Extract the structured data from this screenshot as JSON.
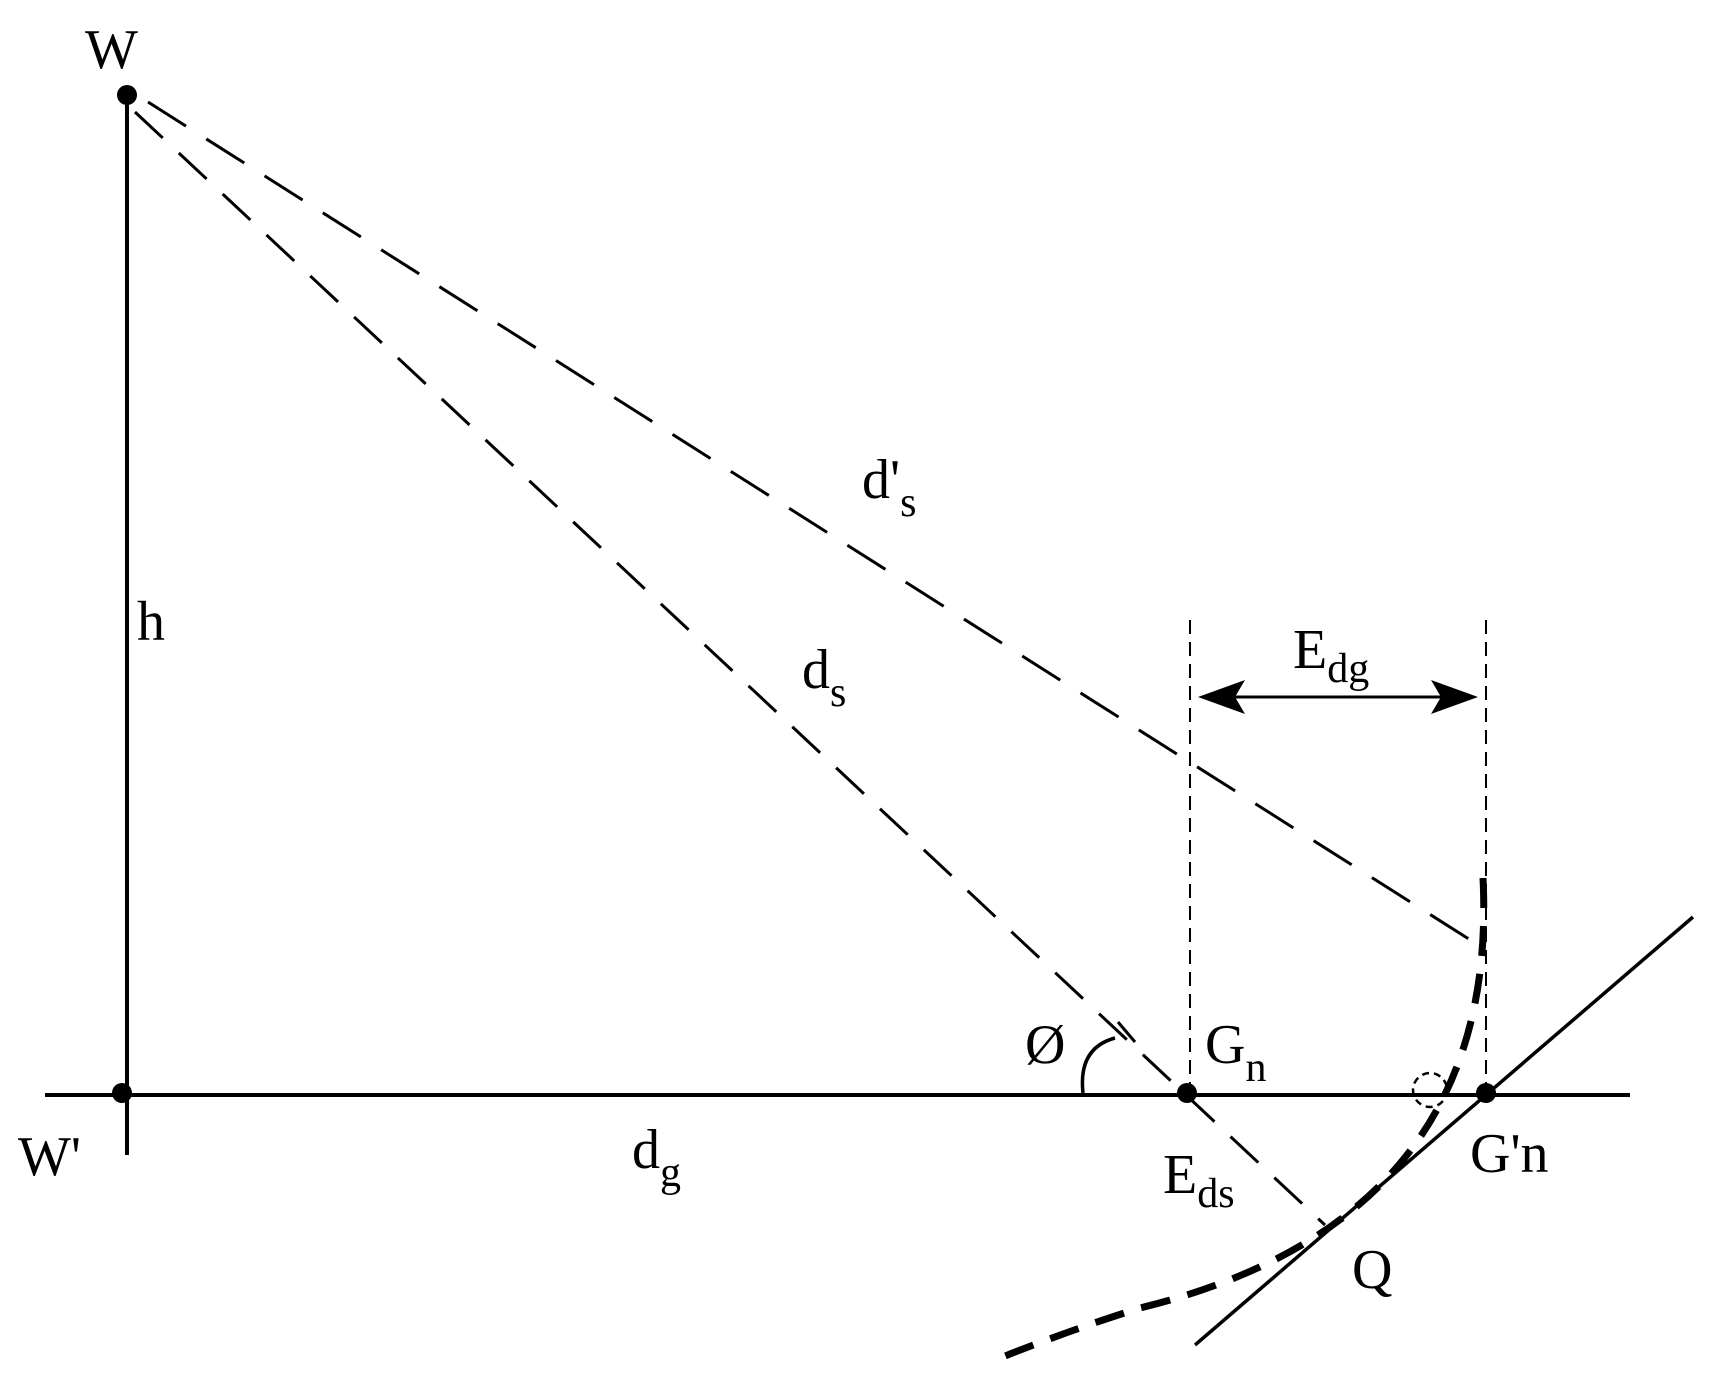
{
  "colors": {
    "ink": "#000000",
    "background": "#ffffff"
  },
  "labels": {
    "W": "W",
    "W_prime": "W'",
    "h": "h",
    "d_g_main": "d",
    "d_g_sub": "g",
    "d_s_main": "d",
    "d_s_sub": "s",
    "d_prime_s_main": "d'",
    "d_prime_s_sub": "s",
    "E_dg_main": "E",
    "E_dg_sub": "dg",
    "E_ds_main": "E",
    "E_ds_sub": "ds",
    "G_n_main": "G",
    "G_n_sub": "n",
    "G_prime_n": "G'n",
    "phi": "Ø",
    "Q": "Q"
  }
}
